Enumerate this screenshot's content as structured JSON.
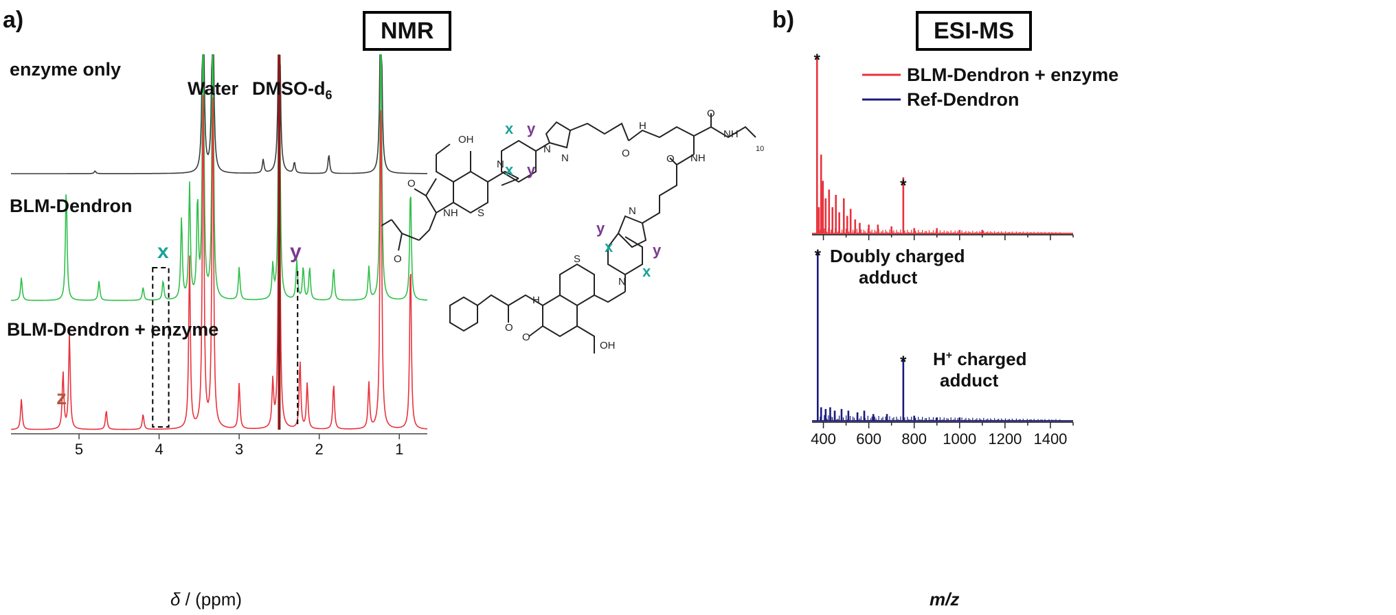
{
  "panel_a": {
    "label": "a)",
    "title": "NMR",
    "spectrum_labels": [
      "enzyme only",
      "BLM-Dendron",
      "BLM-Dendron + enzyme"
    ],
    "peak_labels": {
      "water": "Water",
      "dmso": "DMSO-d",
      "dmso_sub": "6"
    },
    "markers": {
      "x": "x",
      "y": "y",
      "z": "z"
    },
    "axis": {
      "delta": "δ",
      "unit": " / (ppm)"
    }
  },
  "panel_b": {
    "label": "b)",
    "title": "ESI-MS",
    "legend": [
      "BLM-Dendron + enzyme",
      "Ref-Dendron"
    ],
    "star": "*",
    "annotations": {
      "doubly_1": "Doubly charged",
      "doubly_2": "adduct",
      "h_1": "H",
      "h_sup": "+",
      "h_2": " charged",
      "h_3": "adduct"
    },
    "axis": {
      "xlabel": "m/z"
    }
  },
  "structure": {
    "cooh_top": "OH",
    "o": "O",
    "s": "S",
    "n": "N",
    "nh": "NH",
    "h": "H",
    "sub10": "10",
    "x": "x",
    "y": "y"
  },
  "colors": {
    "enzyme_only": "#3a3a3a",
    "blm_dendron": "#2fbf4a",
    "blm_enzyme": "#e8323c",
    "ref_dendron": "#1a1a7e",
    "x_marker": "#1aa39a",
    "y_marker": "#7a3b8f",
    "z_marker": "#b5573e",
    "dmso": "#8b1a1a"
  },
  "chart_data": [
    {
      "type": "line",
      "title": "NMR",
      "xlabel": "δ / (ppm)",
      "xlim": [
        5.85,
        0.65
      ],
      "x_ticks": [
        5,
        4,
        3,
        2,
        1
      ],
      "series": [
        {
          "name": "enzyme only",
          "peaks": [
            [
              3.45,
              0.9
            ],
            [
              3.33,
              0.9
            ],
            [
              2.5,
              0.9
            ],
            [
              1.23,
              0.9
            ],
            [
              2.7,
              0.05
            ],
            [
              2.31,
              0.04
            ],
            [
              1.88,
              0.07
            ],
            [
              4.8,
              0.01
            ]
          ]
        },
        {
          "name": "BLM-Dendron",
          "peaks": [
            [
              5.72,
              0.07
            ],
            [
              5.16,
              0.35
            ],
            [
              4.75,
              0.06
            ],
            [
              4.2,
              0.04
            ],
            [
              3.95,
              0.06
            ],
            [
              3.72,
              0.25
            ],
            [
              3.62,
              0.35
            ],
            [
              3.52,
              0.3
            ],
            [
              3.45,
              0.9
            ],
            [
              3.33,
              0.9
            ],
            [
              3.0,
              0.1
            ],
            [
              2.58,
              0.1
            ],
            [
              2.5,
              0.9
            ],
            [
              2.28,
              0.12
            ],
            [
              2.2,
              0.1
            ],
            [
              2.12,
              0.1
            ],
            [
              1.82,
              0.1
            ],
            [
              1.38,
              0.1
            ],
            [
              1.23,
              0.9
            ],
            [
              0.86,
              0.35
            ]
          ]
        },
        {
          "name": "BLM-Dendron + enzyme",
          "peaks": [
            [
              5.72,
              0.08
            ],
            [
              5.2,
              0.15
            ],
            [
              5.12,
              0.25
            ],
            [
              4.66,
              0.05
            ],
            [
              4.2,
              0.04
            ],
            [
              3.62,
              0.45
            ],
            [
              3.45,
              0.9
            ],
            [
              3.33,
              0.9
            ],
            [
              3.0,
              0.12
            ],
            [
              2.58,
              0.12
            ],
            [
              2.5,
              0.9
            ],
            [
              2.24,
              0.18
            ],
            [
              2.15,
              0.12
            ],
            [
              1.82,
              0.12
            ],
            [
              1.38,
              0.12
            ],
            [
              1.23,
              0.9
            ],
            [
              0.86,
              0.45
            ]
          ]
        }
      ]
    },
    {
      "type": "line",
      "title": "ESI-MS",
      "xlabel": "m/z",
      "xlim": [
        350,
        1500
      ],
      "x_ticks": [
        400,
        600,
        800,
        1000,
        1200,
        1400
      ],
      "series": [
        {
          "name": "BLM-Dendron + enzyme",
          "peaks": [
            [
              372,
              1.0
            ],
            [
              380,
              0.15
            ],
            [
              390,
              0.45
            ],
            [
              398,
              0.3
            ],
            [
              410,
              0.2
            ],
            [
              425,
              0.25
            ],
            [
              440,
              0.15
            ],
            [
              455,
              0.22
            ],
            [
              470,
              0.12
            ],
            [
              490,
              0.2
            ],
            [
              505,
              0.1
            ],
            [
              520,
              0.14
            ],
            [
              540,
              0.08
            ],
            [
              560,
              0.06
            ],
            [
              600,
              0.05
            ],
            [
              640,
              0.05
            ],
            [
              700,
              0.04
            ],
            [
              752,
              0.32
            ],
            [
              800,
              0.03
            ],
            [
              900,
              0.03
            ],
            [
              1000,
              0.02
            ],
            [
              1100,
              0.02
            ]
          ]
        },
        {
          "name": "Ref-Dendron",
          "peaks": [
            [
              375,
              1.0
            ],
            [
              390,
              0.08
            ],
            [
              410,
              0.07
            ],
            [
              430,
              0.08
            ],
            [
              450,
              0.06
            ],
            [
              480,
              0.07
            ],
            [
              510,
              0.06
            ],
            [
              550,
              0.05
            ],
            [
              580,
              0.06
            ],
            [
              620,
              0.04
            ],
            [
              680,
              0.04
            ],
            [
              752,
              0.36
            ],
            [
              800,
              0.03
            ],
            [
              900,
              0.02
            ],
            [
              1000,
              0.02
            ]
          ]
        }
      ]
    }
  ]
}
